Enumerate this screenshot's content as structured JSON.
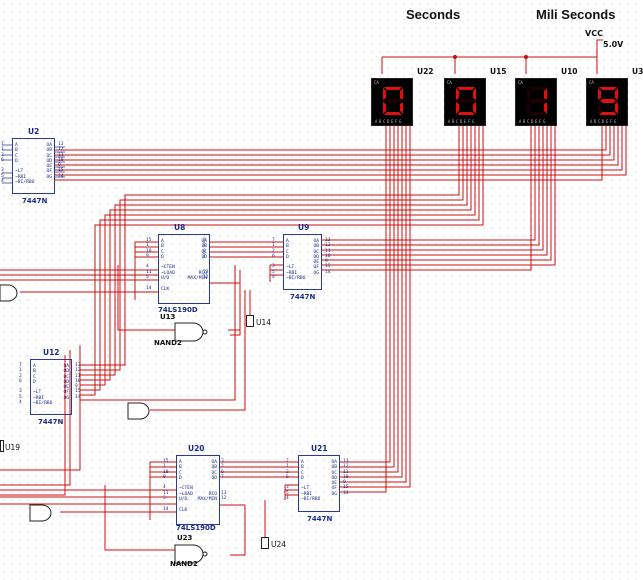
{
  "headers": {
    "seconds": "Seconds",
    "mili_seconds": "Mili Seconds"
  },
  "vcc": {
    "name": "VCC",
    "voltage": "5.0V"
  },
  "displays": [
    {
      "ref": "U22",
      "digit": "0"
    },
    {
      "ref": "U15",
      "digit": "0"
    },
    {
      "ref": "U10",
      "digit": "1"
    },
    {
      "ref": "U3",
      "digit": "9"
    }
  ],
  "display_pin_label": "CA",
  "display_segment_pins": "ABCDEFG",
  "decoders": [
    {
      "ref": "U2",
      "part": "7447N"
    },
    {
      "ref": "U9",
      "part": "7447N"
    },
    {
      "ref": "U12",
      "part": "7447N"
    },
    {
      "ref": "U21",
      "part": "7447N"
    }
  ],
  "counters": [
    {
      "ref": "U8",
      "part": "74LS190D"
    },
    {
      "ref": "U20",
      "part": "74LS190D"
    }
  ],
  "gates": [
    {
      "ref": "U13",
      "type": "NAND2"
    },
    {
      "ref": "U23",
      "type": "NAND2"
    }
  ],
  "probes": [
    {
      "ref": "U14"
    },
    {
      "ref": "U24"
    },
    {
      "ref": "U19"
    }
  ],
  "pin_text": {
    "decoder_left": "A\nB\nC\nD\n\n~LT\n~RBI\n~BI/RBO",
    "decoder_right": "OA\nOB\nOC\nOD\nOE\nOF\nOG",
    "decoder_left_nums": "7\n1\n2\n6\n\n3\n5\n4",
    "decoder_right_nums": "13\n12\n11\n10\n9\n15\n14",
    "counter_left": "A\nB\nC\nD\n\n~CTEN\n~LOAD\nU/D\n\nCLK",
    "counter_right": "QA\nQB\nQC\nQD\n\n\nRCO\nMAX/MIN",
    "counter_left_nums": "15\n1\n10\n9\n\n4\n11\n5\n\n14",
    "counter_right_nums": "3\n2\n6\n7\n\n\n13\n12"
  },
  "segment_map": {
    "0": "abcdef",
    "1": "bc",
    "9": "abcdfg"
  },
  "colors": {
    "wire": "#cc1111",
    "chip_outline": "#2a3a9a",
    "segment_on": "#e01010",
    "segment_off": "#200000",
    "display_bg": "#000000"
  }
}
